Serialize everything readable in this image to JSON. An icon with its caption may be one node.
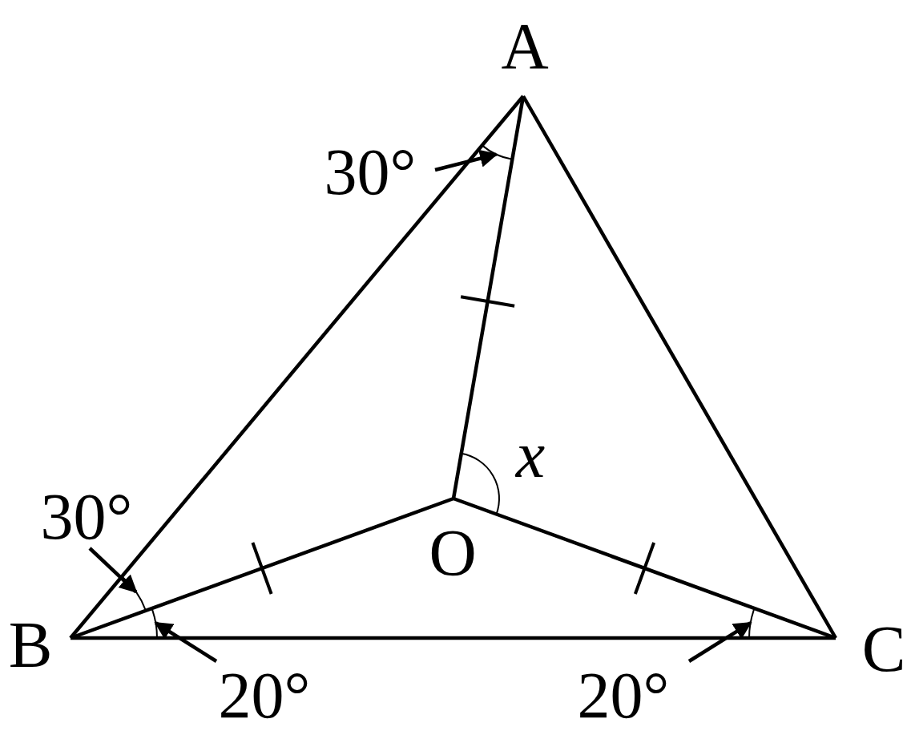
{
  "diagram": {
    "nodes": [
      {
        "text": [
          "A"
        ]
      },
      {
        "text": [
          "B"
        ]
      },
      {
        "text": [
          "C"
        ]
      },
      {
        "text": [
          "O"
        ]
      },
      {
        "text": [
          "30°"
        ]
      },
      {
        "text": [
          "30°"
        ]
      },
      {
        "text": [
          "20°"
        ]
      },
      {
        "text": [
          "20°"
        ]
      },
      {
        "text": [],
        "shape": "arc"
      },
      {
        "text": [],
        "shape": "arc"
      },
      {
        "text": [],
        "shape": "arc"
      },
      {
        "text": [],
        "shape": "arc"
      }
    ],
    "edges": [
      {
        "from": 0,
        "to": 1,
        "arrow": "none"
      },
      {
        "from": 0,
        "to": 2,
        "arrow": "none"
      },
      {
        "from": 1,
        "to": 2,
        "arrow": "none"
      },
      {
        "from": 0,
        "to": 3,
        "arrow": "none"
      },
      {
        "from": 1,
        "to": 3,
        "arrow": "none"
      },
      {
        "from": 2,
        "to": 3,
        "arrow": "none"
      },
      {
        "from": 4,
        "to": 8,
        "arrow": "to"
      },
      {
        "from": 5,
        "to": 9,
        "arrow": "to"
      },
      {
        "from": 6,
        "to": 10,
        "arrow": "to"
      },
      {
        "from": 7,
        "to": 11,
        "arrow": "to"
      }
    ],
    "labels": [
      "x"
    ]
  }
}
